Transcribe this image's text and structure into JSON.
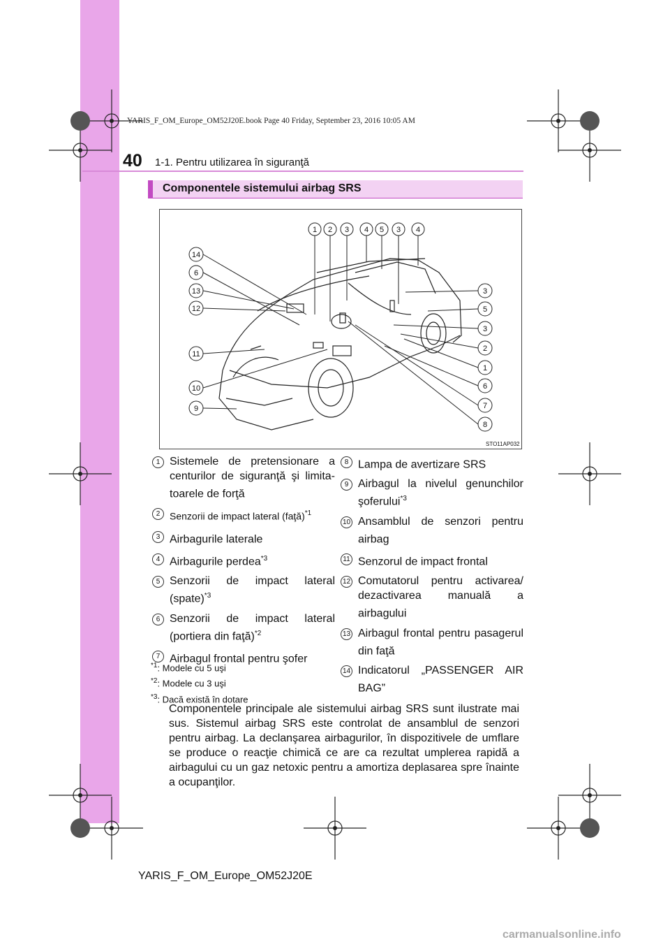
{
  "book_info": "YARIS_F_OM_Europe_OM52J20E.book  Page 40  Friday, September 23, 2016  10:05 AM",
  "page_number": "40",
  "header_title": "1-1. Pentru utilizarea în siguranţă",
  "section_title": "Componentele sistemului airbag SRS",
  "figure": {
    "code": "STO11AP032",
    "top_callouts": [
      "1",
      "2",
      "3",
      "4",
      "5",
      "3",
      "4"
    ],
    "left_callouts": [
      "14",
      "6",
      "13",
      "12",
      "11",
      "10",
      "9"
    ],
    "right_callouts": [
      "3",
      "5",
      "3",
      "2",
      "1",
      "6",
      "7",
      "8"
    ]
  },
  "items_left": [
    {
      "num": "1",
      "text": "Sistemele de pretensionare a centurilor de siguranţă şi limita-toarele de forţă",
      "sup": ""
    },
    {
      "num": "2",
      "text": "Senzorii de impact lateral (faţă)",
      "sup": "*1"
    },
    {
      "num": "3",
      "text": "Airbagurile laterale",
      "sup": ""
    },
    {
      "num": "4",
      "text": "Airbagurile perdea",
      "sup": "*3"
    },
    {
      "num": "5",
      "text": "Senzorii de impact lateral (spate)",
      "sup": "*3"
    },
    {
      "num": "6",
      "text": "Senzorii de impact lateral (portiera din faţă)",
      "sup": "*2"
    },
    {
      "num": "7",
      "text": "Airbagul frontal pentru şofer",
      "sup": ""
    }
  ],
  "items_right": [
    {
      "num": "8",
      "text": "Lampa de avertizare SRS",
      "sup": ""
    },
    {
      "num": "9",
      "text": "Airbagul la nivelul genunchilor şoferului",
      "sup": "*3"
    },
    {
      "num": "10",
      "text": "Ansamblul de senzori pentru airbag",
      "sup": ""
    },
    {
      "num": "11",
      "text": "Senzorul de impact frontal",
      "sup": ""
    },
    {
      "num": "12",
      "text": "Comutatorul pentru activarea/ dezactivarea manuală a airbagului",
      "sup": ""
    },
    {
      "num": "13",
      "text": "Airbagul frontal pentru pasagerul din faţă",
      "sup": ""
    },
    {
      "num": "14",
      "text": "Indicatorul „PASSENGER AIR BAG”",
      "sup": ""
    }
  ],
  "notes": [
    {
      "mark": "*1",
      "text": ": Modele cu 5 uşi"
    },
    {
      "mark": "*2",
      "text": ": Modele cu 3 uşi"
    },
    {
      "mark": "*3",
      "text": ": Dacă există în dotare"
    }
  ],
  "paragraph": "Componentele principale ale sistemului airbag SRS sunt ilustrate mai sus. Sistemul airbag SRS este controlat de ansamblul de senzori pentru airbag. La declanşarea airbagurilor, în dispozitivele de umflare se produce o reacţie chimică ce are ca rezultat umplerea rapidă a airbagului cu un gaz netoxic pentru a amortiza deplasarea spre înainte a ocupanţilor.",
  "footer": "YARIS_F_OM_Europe_OM52J20E",
  "watermark": "carmanualsonline.info"
}
